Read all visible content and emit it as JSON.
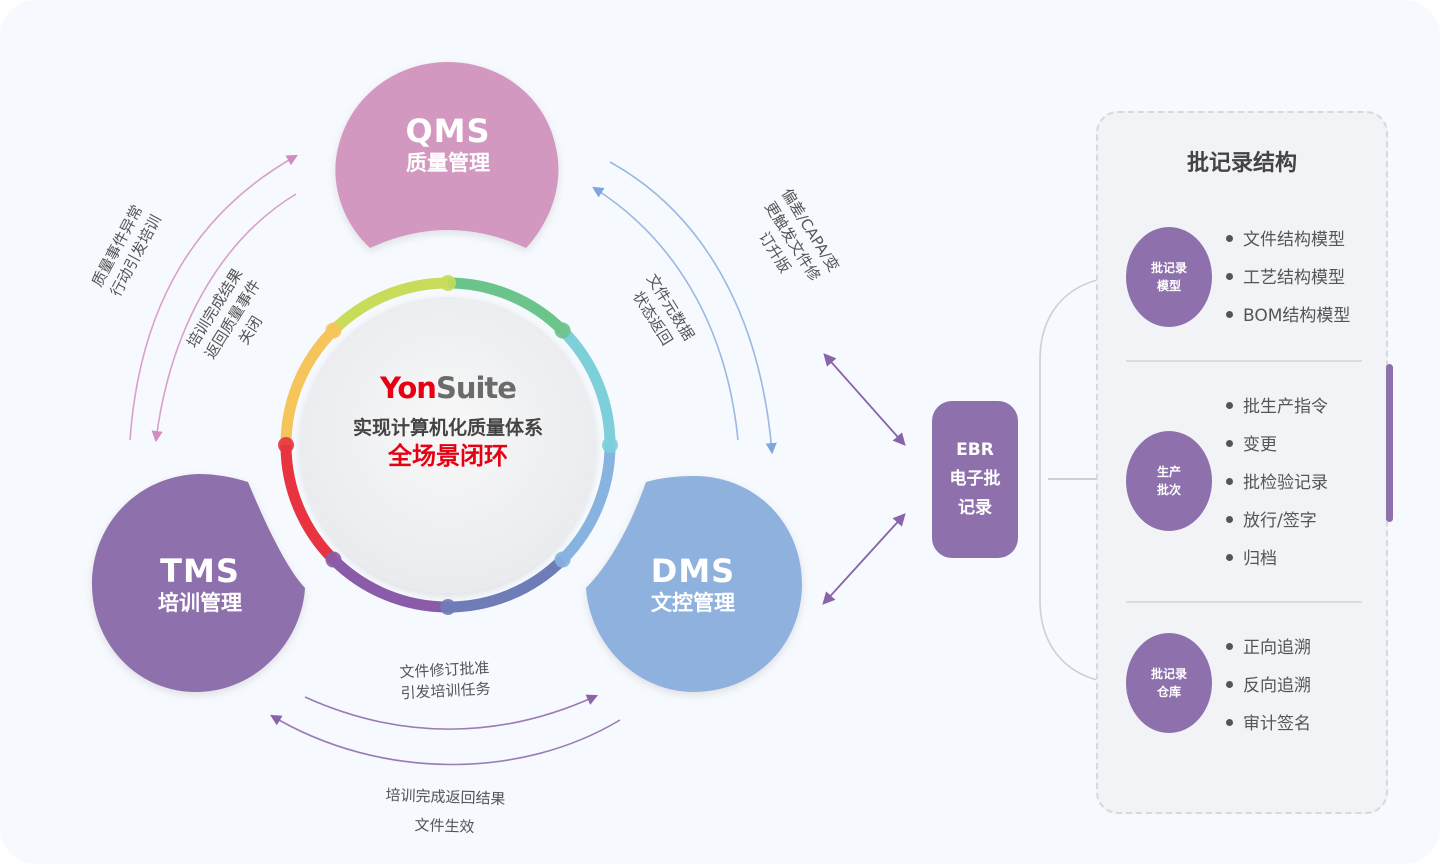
{
  "colors": {
    "qms": "#d398c0",
    "tms": "#8e70ac",
    "dms": "#8fb1dd",
    "ebr": "#8e70ac",
    "accent_red": "#e60012",
    "ring": [
      "#6bc48a",
      "#7dcfd9",
      "#86b3e0",
      "#6e7cb8",
      "#8a5ba8",
      "#e73440",
      "#f5c45a",
      "#c8dc5a"
    ]
  },
  "center": {
    "logo_part1": "Yon",
    "logo_part2": "Suite",
    "subtitle": "实现计算机化质量体系",
    "highlight": "全场景闭环"
  },
  "systems": {
    "qms": {
      "code": "QMS",
      "name": "质量管理"
    },
    "tms": {
      "code": "TMS",
      "name": "培训管理"
    },
    "dms": {
      "code": "DMS",
      "name": "文控管理"
    }
  },
  "flows": {
    "qms_to_tms": {
      "line1": "质量事件异常",
      "line2": "行动引发培训"
    },
    "tms_to_qms": {
      "line1": "培训完成结果",
      "line2": "返回质量事件",
      "line3": "关闭"
    },
    "qms_to_dms": {
      "line1": "偏差/CAPA/变",
      "line2": "更触发文件修",
      "line3": "订升版"
    },
    "dms_to_qms": {
      "line1": "文件元数据",
      "line2": "状态返回"
    },
    "dms_to_tms": {
      "line1": "文件修订批准",
      "line2": "引发培训任务"
    },
    "tms_to_dms": {
      "line1": "培训完成返回结果",
      "line2": "文件生效"
    }
  },
  "ebr": {
    "line1": "EBR",
    "line2": "电子批",
    "line3": "记录"
  },
  "panel": {
    "title": "批记录结构",
    "sections": [
      {
        "label_line1": "批记录",
        "label_line2": "模型",
        "items": [
          "文件结构模型",
          "工艺结构模型",
          "BOM结构模型"
        ]
      },
      {
        "label_line1": "生产",
        "label_line2": "批次",
        "items": [
          "批生产指令",
          "变更",
          "批检验记录",
          "放行/签字",
          "归档"
        ]
      },
      {
        "label_line1": "批记录",
        "label_line2": "仓库",
        "items": [
          "正向追溯",
          "反向追溯",
          "审计签名"
        ]
      }
    ]
  }
}
